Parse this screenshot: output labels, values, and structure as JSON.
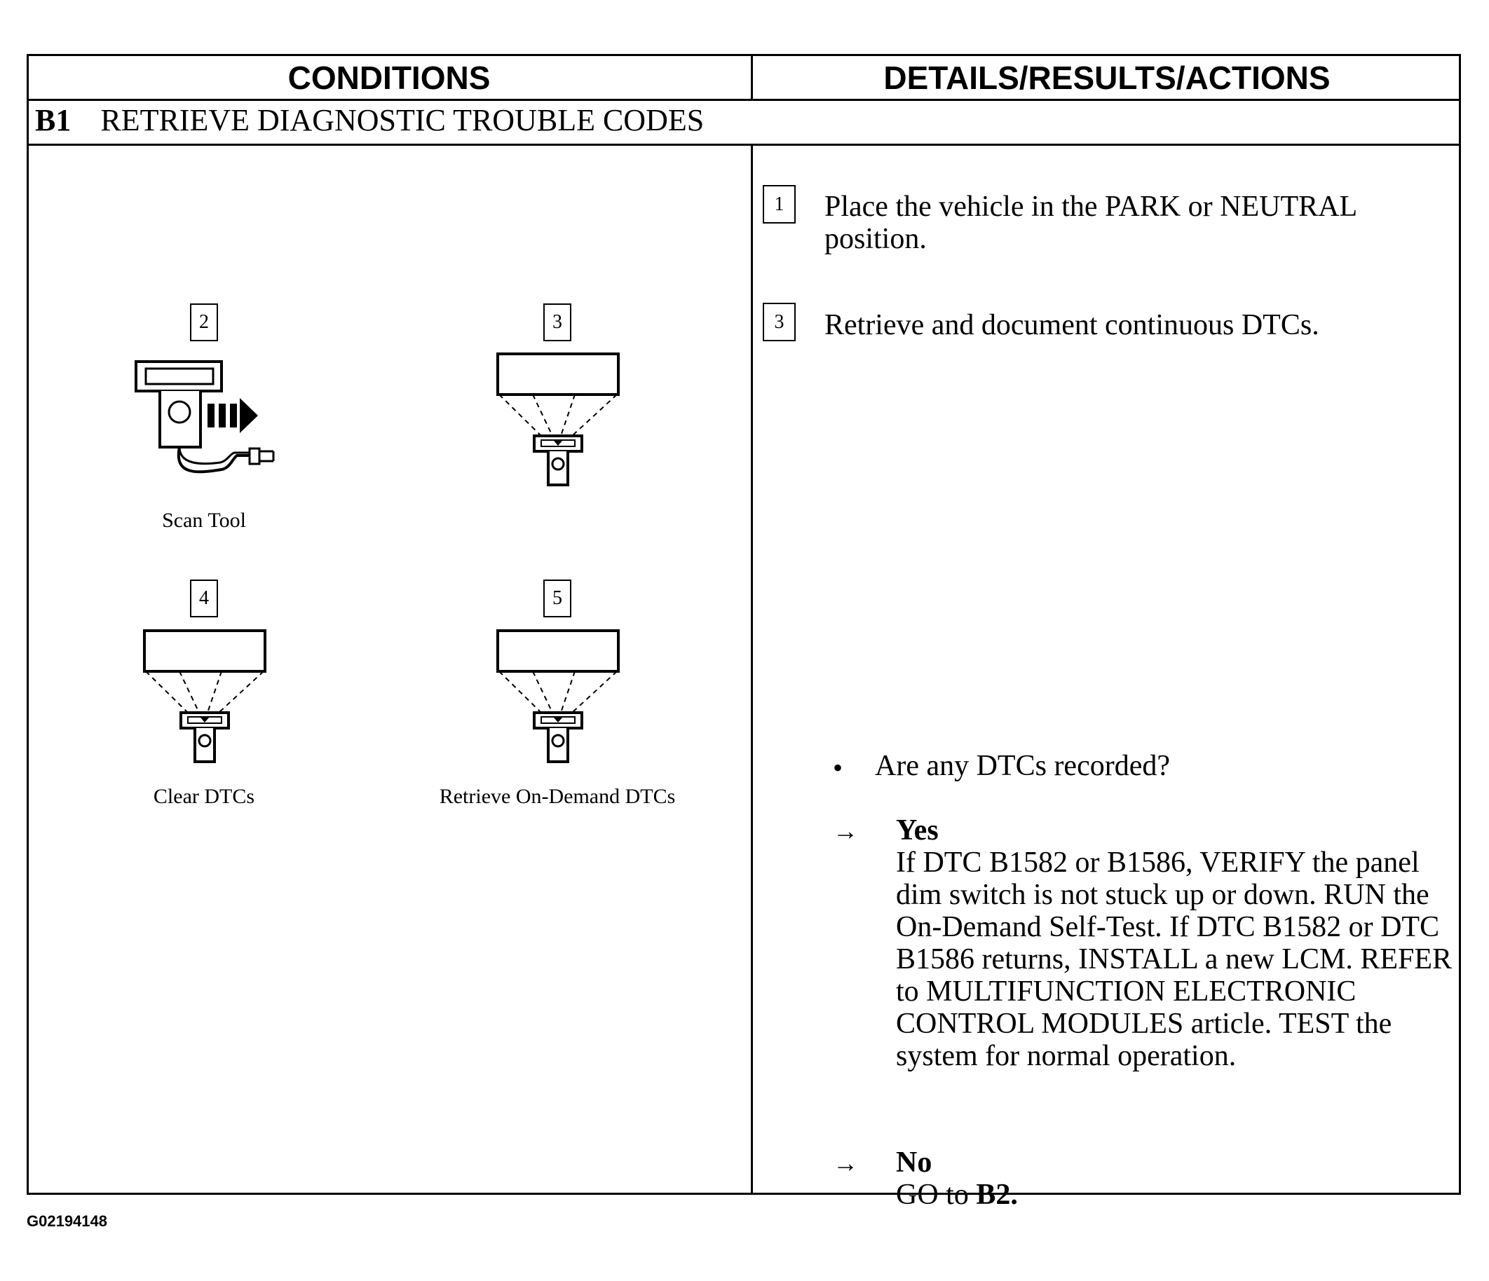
{
  "header": {
    "conditions": "CONDITIONS",
    "details": "DETAILS/RESULTS/ACTIONS"
  },
  "step": {
    "code": "B1",
    "title": "RETRIEVE DIAGNOSTIC TROUBLE CODES"
  },
  "figures": [
    {
      "number": "2",
      "caption": "Scan Tool"
    },
    {
      "number": "3",
      "caption": ""
    },
    {
      "number": "4",
      "caption": "Clear DTCs"
    },
    {
      "number": "5",
      "caption": "Retrieve On-Demand DTCs"
    }
  ],
  "actions": [
    {
      "number": "1",
      "text": "Place the vehicle in the PARK or NEUTRAL position."
    },
    {
      "number": "3",
      "text": "Retrieve and document continuous DTCs."
    }
  ],
  "question": "Are any DTCs recorded?",
  "bullet_symbol": "•",
  "arrow_symbol": "→",
  "answers": {
    "yes_label": "Yes",
    "yes_text": "If DTC B1582 or B1586, VERIFY the panel dim switch is not stuck up or down. RUN the On-Demand Self-Test. If DTC B1582 or DTC B1586 returns, INSTALL a new LCM. REFER to MULTIFUNCTION ELECTRONIC CONTROL MODULES article. TEST the system for normal operation.",
    "no_label": "No",
    "no_text_prefix": "GO to ",
    "no_text_target": "B2."
  },
  "footer": {
    "code": "G02194148"
  }
}
